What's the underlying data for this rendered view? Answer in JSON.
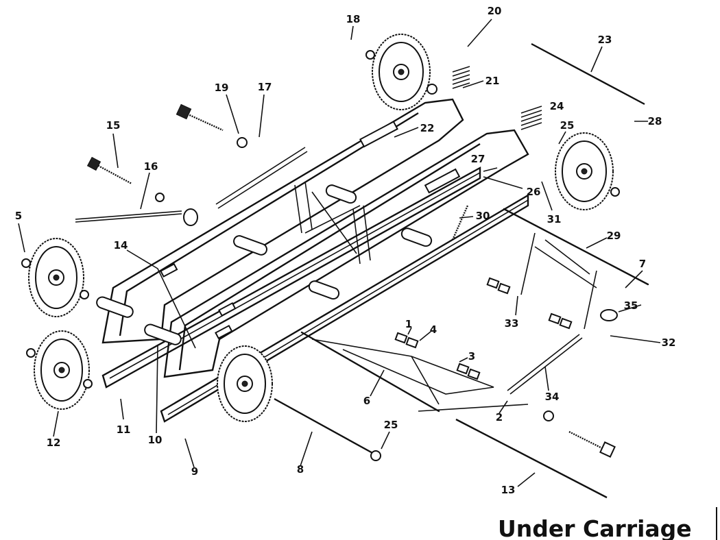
{
  "title": "Under Carriage",
  "callouts": [
    "1",
    "2",
    "3",
    "4",
    "5",
    "6",
    "7",
    "8",
    "9",
    "10",
    "11",
    "12",
    "13",
    "14",
    "15",
    "16",
    "17",
    "18",
    "19",
    "20",
    "21",
    "22",
    "23",
    "24",
    "25",
    "25",
    "26",
    "27",
    "28",
    "29",
    "30",
    "31",
    "32",
    "33",
    "34",
    "35"
  ]
}
